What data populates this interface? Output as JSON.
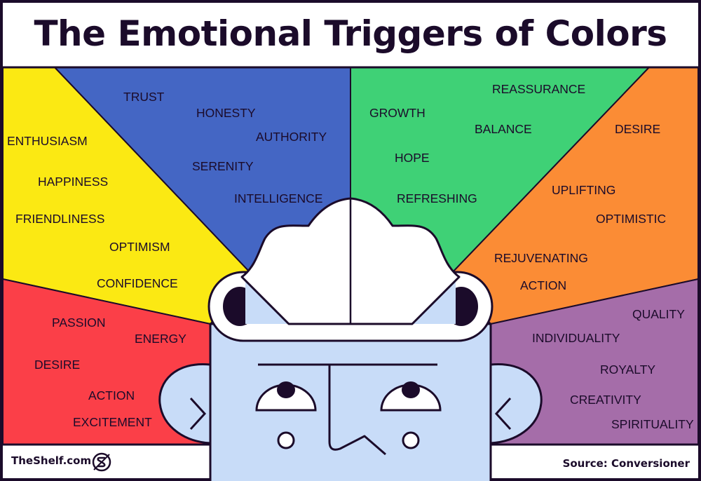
{
  "title": "The Emotional Triggers of Colors",
  "brand": "TheShelf.com",
  "source": "Source: Conversioner",
  "colors": {
    "yellow": "#fbe913",
    "blue": "#4466c4",
    "green": "#3fd176",
    "orange": "#fb8c35",
    "purple": "#a56da9",
    "red": "#fb3f48",
    "face": "#c8dcf8",
    "outline": "#1b0b2a"
  },
  "segments": {
    "yellow": [
      "ENTHUSIASM",
      "HAPPINESS",
      "FRIENDLINESS",
      "OPTIMISM",
      "CONFIDENCE"
    ],
    "blue": [
      "TRUST",
      "HONESTY",
      "AUTHORITY",
      "SERENITY",
      "INTELLIGENCE"
    ],
    "green": [
      "REASSURANCE",
      "GROWTH",
      "BALANCE",
      "HOPE",
      "REFRESHING"
    ],
    "orange": [
      "DESIRE",
      "UPLIFTING",
      "OPTIMISTIC",
      "REJUVENATING",
      "ACTION"
    ],
    "purple": [
      "QUALITY",
      "INDIVIDUALITY",
      "ROYALTY",
      "CREATIVITY",
      "SPIRITUALITY"
    ],
    "red": [
      "PASSION",
      "ENERGY",
      "DESIRE",
      "ACTION",
      "EXCITEMENT"
    ]
  }
}
